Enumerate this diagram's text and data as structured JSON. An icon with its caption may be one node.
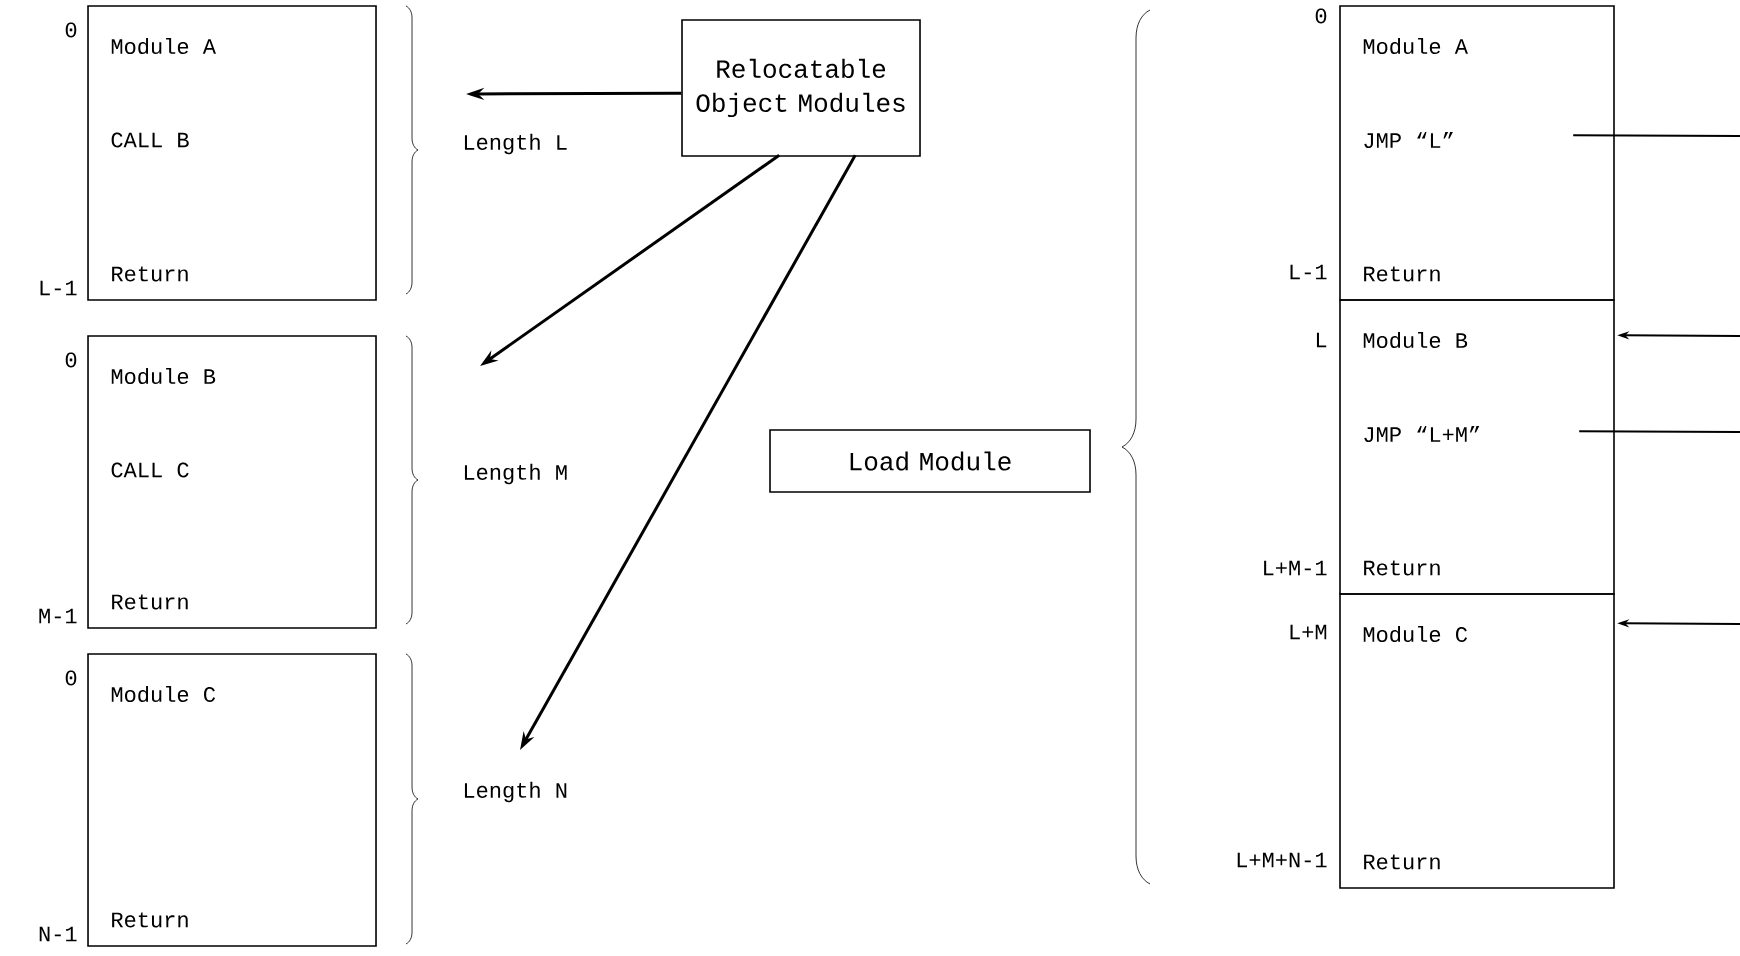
{
  "diagram": {
    "nodes": [
      {
        "text": [
          "Module A",
          "CALL B",
          "Return"
        ],
        "beside": [
          "0",
          "L-1"
        ]
      },
      {
        "text": [
          "Module B",
          "CALL C",
          "Return"
        ],
        "beside": [
          "0",
          "M-1"
        ]
      },
      {
        "text": [
          "Module C",
          "Return"
        ],
        "beside": [
          "0",
          "N-1"
        ]
      },
      {
        "text": [
          "Relocatable Object Modules"
        ]
      },
      {
        "text": [
          "Load Module"
        ]
      },
      {
        "text": [
          "Module A",
          "JMP “L”",
          "Return"
        ],
        "beside": [
          "0",
          "L-1"
        ]
      },
      {
        "text": [
          "Module B",
          "JMP “L+M”",
          "Return"
        ],
        "beside": [
          "L",
          "L+M-1"
        ]
      },
      {
        "text": [
          "Module C",
          "Return"
        ],
        "beside": [
          "L+M",
          "L+M+N-1"
        ]
      }
    ],
    "edges": [
      {
        "from": 3,
        "to": null,
        "arrow": "to"
      },
      {
        "from": 3,
        "to": null,
        "arrow": "to"
      },
      {
        "from": 3,
        "to": null,
        "arrow": "to"
      },
      {
        "from": 5,
        "to": null,
        "arrow": "none"
      },
      {
        "from": null,
        "to": 6,
        "arrow": "to"
      },
      {
        "from": 6,
        "to": null,
        "arrow": "none"
      },
      {
        "from": null,
        "to": 7,
        "arrow": "to"
      }
    ],
    "labels": [
      "Length L",
      "Length M",
      "Length N"
    ]
  }
}
